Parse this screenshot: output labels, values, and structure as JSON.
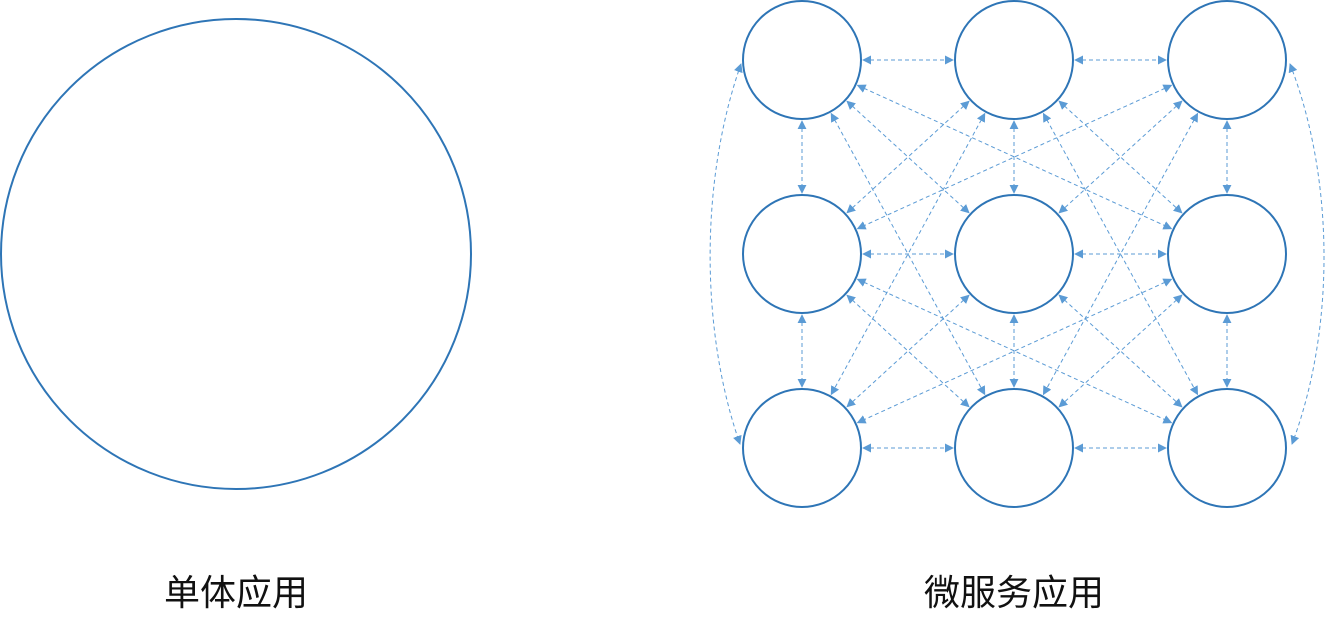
{
  "captions": {
    "monolith": "单体应用",
    "microservices": "微服务应用"
  },
  "colors": {
    "node_stroke": "#2E75B6",
    "link_stroke": "#5B9BD5",
    "background": "#FFFFFF",
    "caption_text": "#111111"
  },
  "diagram": {
    "monolith_shape": "single large circle",
    "microservices_grid": {
      "rows": 3,
      "cols": 3
    },
    "link_style": "dashed bidirectional arrows"
  }
}
